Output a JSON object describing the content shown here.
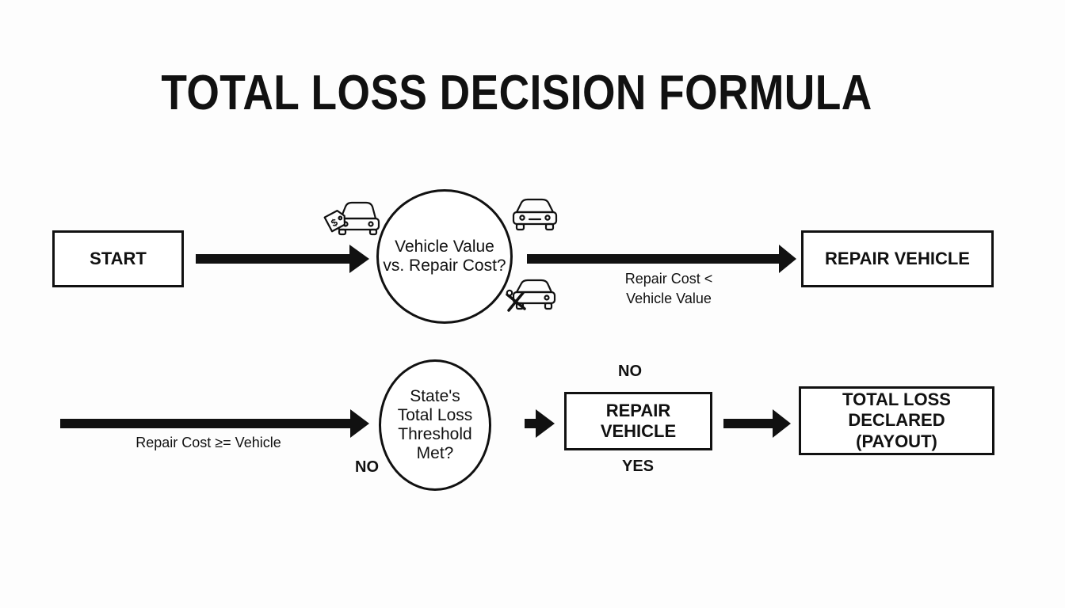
{
  "title": "TOTAL LOSS DECISION FORMULA",
  "nodes": {
    "start": "START",
    "decision_value": "Vehicle Value\nvs. Repair Cost?",
    "repair_top": "REPAIR VEHICLE",
    "decision_threshold": "State's\nTotal Loss\nThreshold\nMet?",
    "repair_bottom": "REPAIR VEHICLE",
    "total_loss": "TOTAL LOSS DECLARED\n(PAYOUT)"
  },
  "edge_labels": {
    "repair_less": "Repair Cost <\nVehicle Value",
    "repair_geq": "Repair Cost ≥= Vehicle",
    "no_top": "NO",
    "no_bottom": "NO",
    "yes": "YES"
  },
  "icons": [
    "car-price-tag-icon",
    "car-icon",
    "car-repair-tools-icon"
  ]
}
